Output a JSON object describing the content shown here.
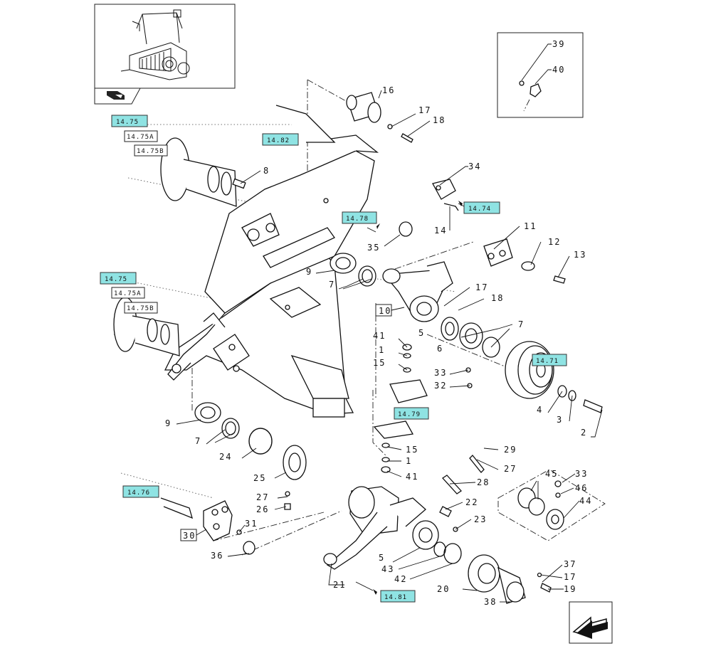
{
  "callouts": {
    "c1": "1",
    "c1b": "1",
    "c2": "2",
    "c3": "3",
    "c4": "4",
    "c5": "5",
    "c5b": "5",
    "c6": "6",
    "c7": "7",
    "c7b": "7",
    "c7c": "7",
    "c8": "8",
    "c9": "9",
    "c9b": "9",
    "c11": "11",
    "c12": "12",
    "c13": "13",
    "c14": "14",
    "c15": "15",
    "c15b": "15",
    "c16": "16",
    "c17": "17",
    "c17b": "17",
    "c17c": "17",
    "c18": "18",
    "c18b": "18",
    "c19": "19",
    "c20": "20",
    "c21": "21",
    "c22": "22",
    "c23": "23",
    "c24": "24",
    "c25": "25",
    "c26": "26",
    "c27": "27",
    "c27b": "27",
    "c28": "28",
    "c29": "29",
    "c31": "31",
    "c32": "32",
    "c33": "33",
    "c33b": "33",
    "c34": "34",
    "c35": "35",
    "c36": "36",
    "c37": "37",
    "c38": "38",
    "c39": "39",
    "c40": "40",
    "c41": "41",
    "c41b": "41",
    "c42": "42",
    "c43": "43",
    "c44": "44",
    "c45": "45",
    "c46": "46"
  },
  "boxed_callouts": {
    "b10": "10",
    "b30": "30"
  },
  "refs": {
    "r1475a": "14.75",
    "r1475aA": "14.75A",
    "r1475aB": "14.75B",
    "r1482": "14.82",
    "r1478": "14.78",
    "r1474": "14.74",
    "r1475b": "14.75",
    "r1475bA": "14.75A",
    "r1475bB": "14.75B",
    "r1471": "14.71",
    "r1479": "14.79",
    "r1476": "14.76",
    "r1481": "14.81"
  },
  "icons": {
    "nav_back": "book-arrow-icon",
    "nav_prev": "prev-page-arrow-icon"
  }
}
